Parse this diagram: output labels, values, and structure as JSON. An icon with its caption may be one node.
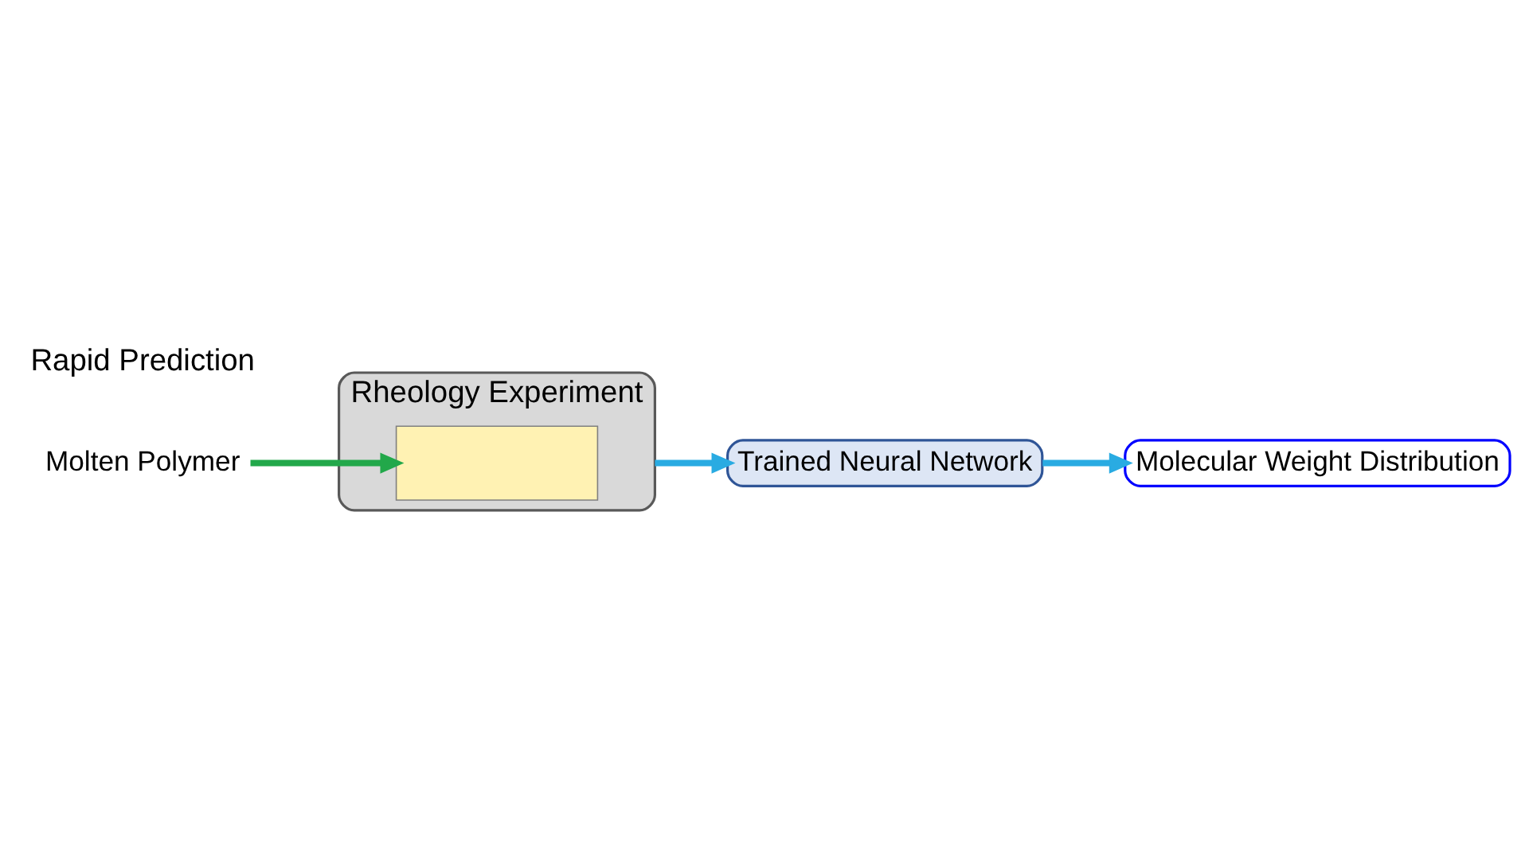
{
  "diagram": {
    "nodes": [
      {
        "text": [
          "Rheology Experiment"
        ]
      },
      {
        "text": [
          "Trained Neural Network"
        ]
      },
      {
        "text": [
          "Molecular Weight Distribution"
        ]
      },
      {
        "text": [
          "Molten Polymer"
        ]
      },
      {
        "text": [],
        "shape": "box",
        "in": 0
      }
    ],
    "edges": [
      {
        "from": 0,
        "to": 1,
        "arrow": "to"
      },
      {
        "from": 1,
        "to": 2,
        "arrow": "to"
      },
      {
        "from": 3,
        "to": 4,
        "arrow": "to",
        "color": "#22a84a"
      }
    ],
    "labels": [
      "Rapid Prediction"
    ]
  }
}
